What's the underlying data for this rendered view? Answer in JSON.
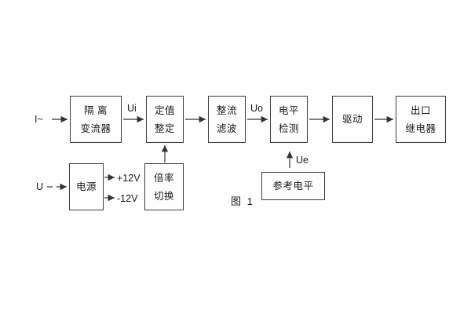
{
  "diagram": {
    "caption": "图 1",
    "nodes": [
      {
        "id": "isolation-converter",
        "lines": [
          "隔 离",
          "变流器"
        ]
      },
      {
        "id": "setting-adjustment",
        "lines": [
          "定值",
          "整定"
        ]
      },
      {
        "id": "rectify-filter",
        "lines": [
          "整流",
          "滤波"
        ]
      },
      {
        "id": "level-detection",
        "lines": [
          "电平",
          "检测"
        ]
      },
      {
        "id": "drive",
        "lines": [
          "驱动"
        ]
      },
      {
        "id": "output-relay",
        "lines": [
          "出口",
          "继电器"
        ]
      },
      {
        "id": "power-supply",
        "lines": [
          "电源"
        ]
      },
      {
        "id": "ratio-switch",
        "lines": [
          "倍率",
          "切换"
        ]
      },
      {
        "id": "reference-level",
        "lines": [
          "参考电平"
        ]
      }
    ],
    "signals": {
      "input_current": "I~",
      "ui": "Ui",
      "uo": "Uo",
      "ue": "Ue",
      "input_voltage": "U",
      "pos_rail": "+12V",
      "neg_rail": "-12V"
    },
    "colors": {
      "line": "#333333",
      "text": "#1a1a1a",
      "background": "#fefefe"
    }
  }
}
